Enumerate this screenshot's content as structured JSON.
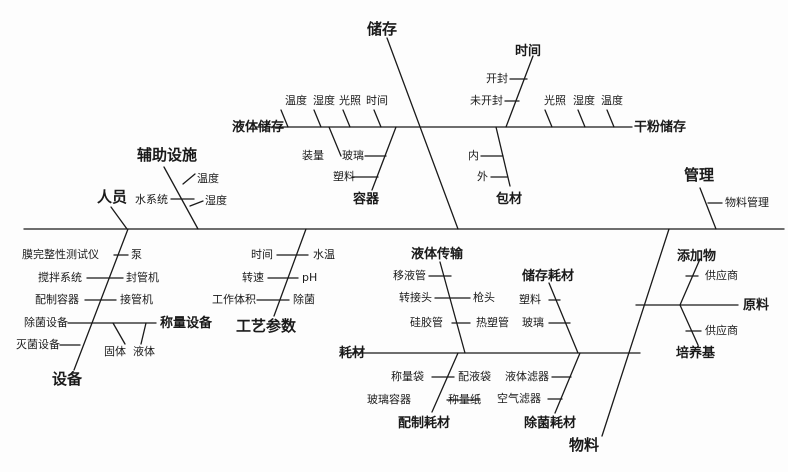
{
  "diagram": {
    "categories": {
      "storage": "储存",
      "auxiliary": "辅助设施",
      "personnel": "人员",
      "management": "管理",
      "equipment": "设备",
      "process_params": "工艺参数",
      "consumables": "耗材",
      "materials": "物料"
    },
    "storage": {
      "time": "时间",
      "opened": "开封",
      "unopened": "未开封",
      "liquid_storage": "液体储存",
      "liquid_factors": [
        "温度",
        "湿度",
        "光照",
        "时间"
      ],
      "dry_storage": "干粉储存",
      "dry_factors": [
        "光照",
        "湿度",
        "温度"
      ],
      "loading": "装量",
      "glass": "玻璃",
      "plastic": "塑料",
      "container": "容器",
      "inner": "内",
      "outer": "外",
      "packaging": "包材"
    },
    "auxiliary": {
      "temperature": "温度",
      "water_system": "水系统",
      "humidity": "湿度"
    },
    "management": {
      "material_management": "物料管理"
    },
    "equipment": {
      "integrity_tester": "膜完整性测试仪",
      "pump": "泵",
      "mixing_system": "搅拌系统",
      "tube_sealer": "封管机",
      "mixing_container": "配制容器",
      "tube_welder": "接管机",
      "sterilizing_equipment": "除菌设备",
      "weighing_equipment": "称量设备",
      "sterilizer": "灭菌设备",
      "solid": "固体",
      "liquid": "液体"
    },
    "process_params": {
      "time": "时间",
      "water_temp": "水温",
      "speed": "转速",
      "ph": "pH",
      "volume": "工作体积",
      "sterilization": "除菌"
    },
    "consumables": {
      "liquid_transfer": "液体传输",
      "transfer_tube": "移液管",
      "adapter": "转接头",
      "gun_head": "枪头",
      "silicone_tube": "硅胶管",
      "thermoplastic_tube": "热塑管",
      "storage_consumables": "储存耗材",
      "plastic": "塑料",
      "glass": "玻璃",
      "weighing_bag": "称量袋",
      "mixing_bag": "配液袋",
      "glass_container": "玻璃容器",
      "weighing_paper": "称量纸",
      "liquid_filter": "液体滤器",
      "air_filter": "空气滤器",
      "mixing_consumables": "配制耗材",
      "sterilizing_consumables": "除菌耗材"
    },
    "materials": {
      "additive": "添加物",
      "supplier_1": "供应商",
      "raw_material": "原料",
      "supplier_2": "供应商",
      "medium": "培养基"
    }
  }
}
